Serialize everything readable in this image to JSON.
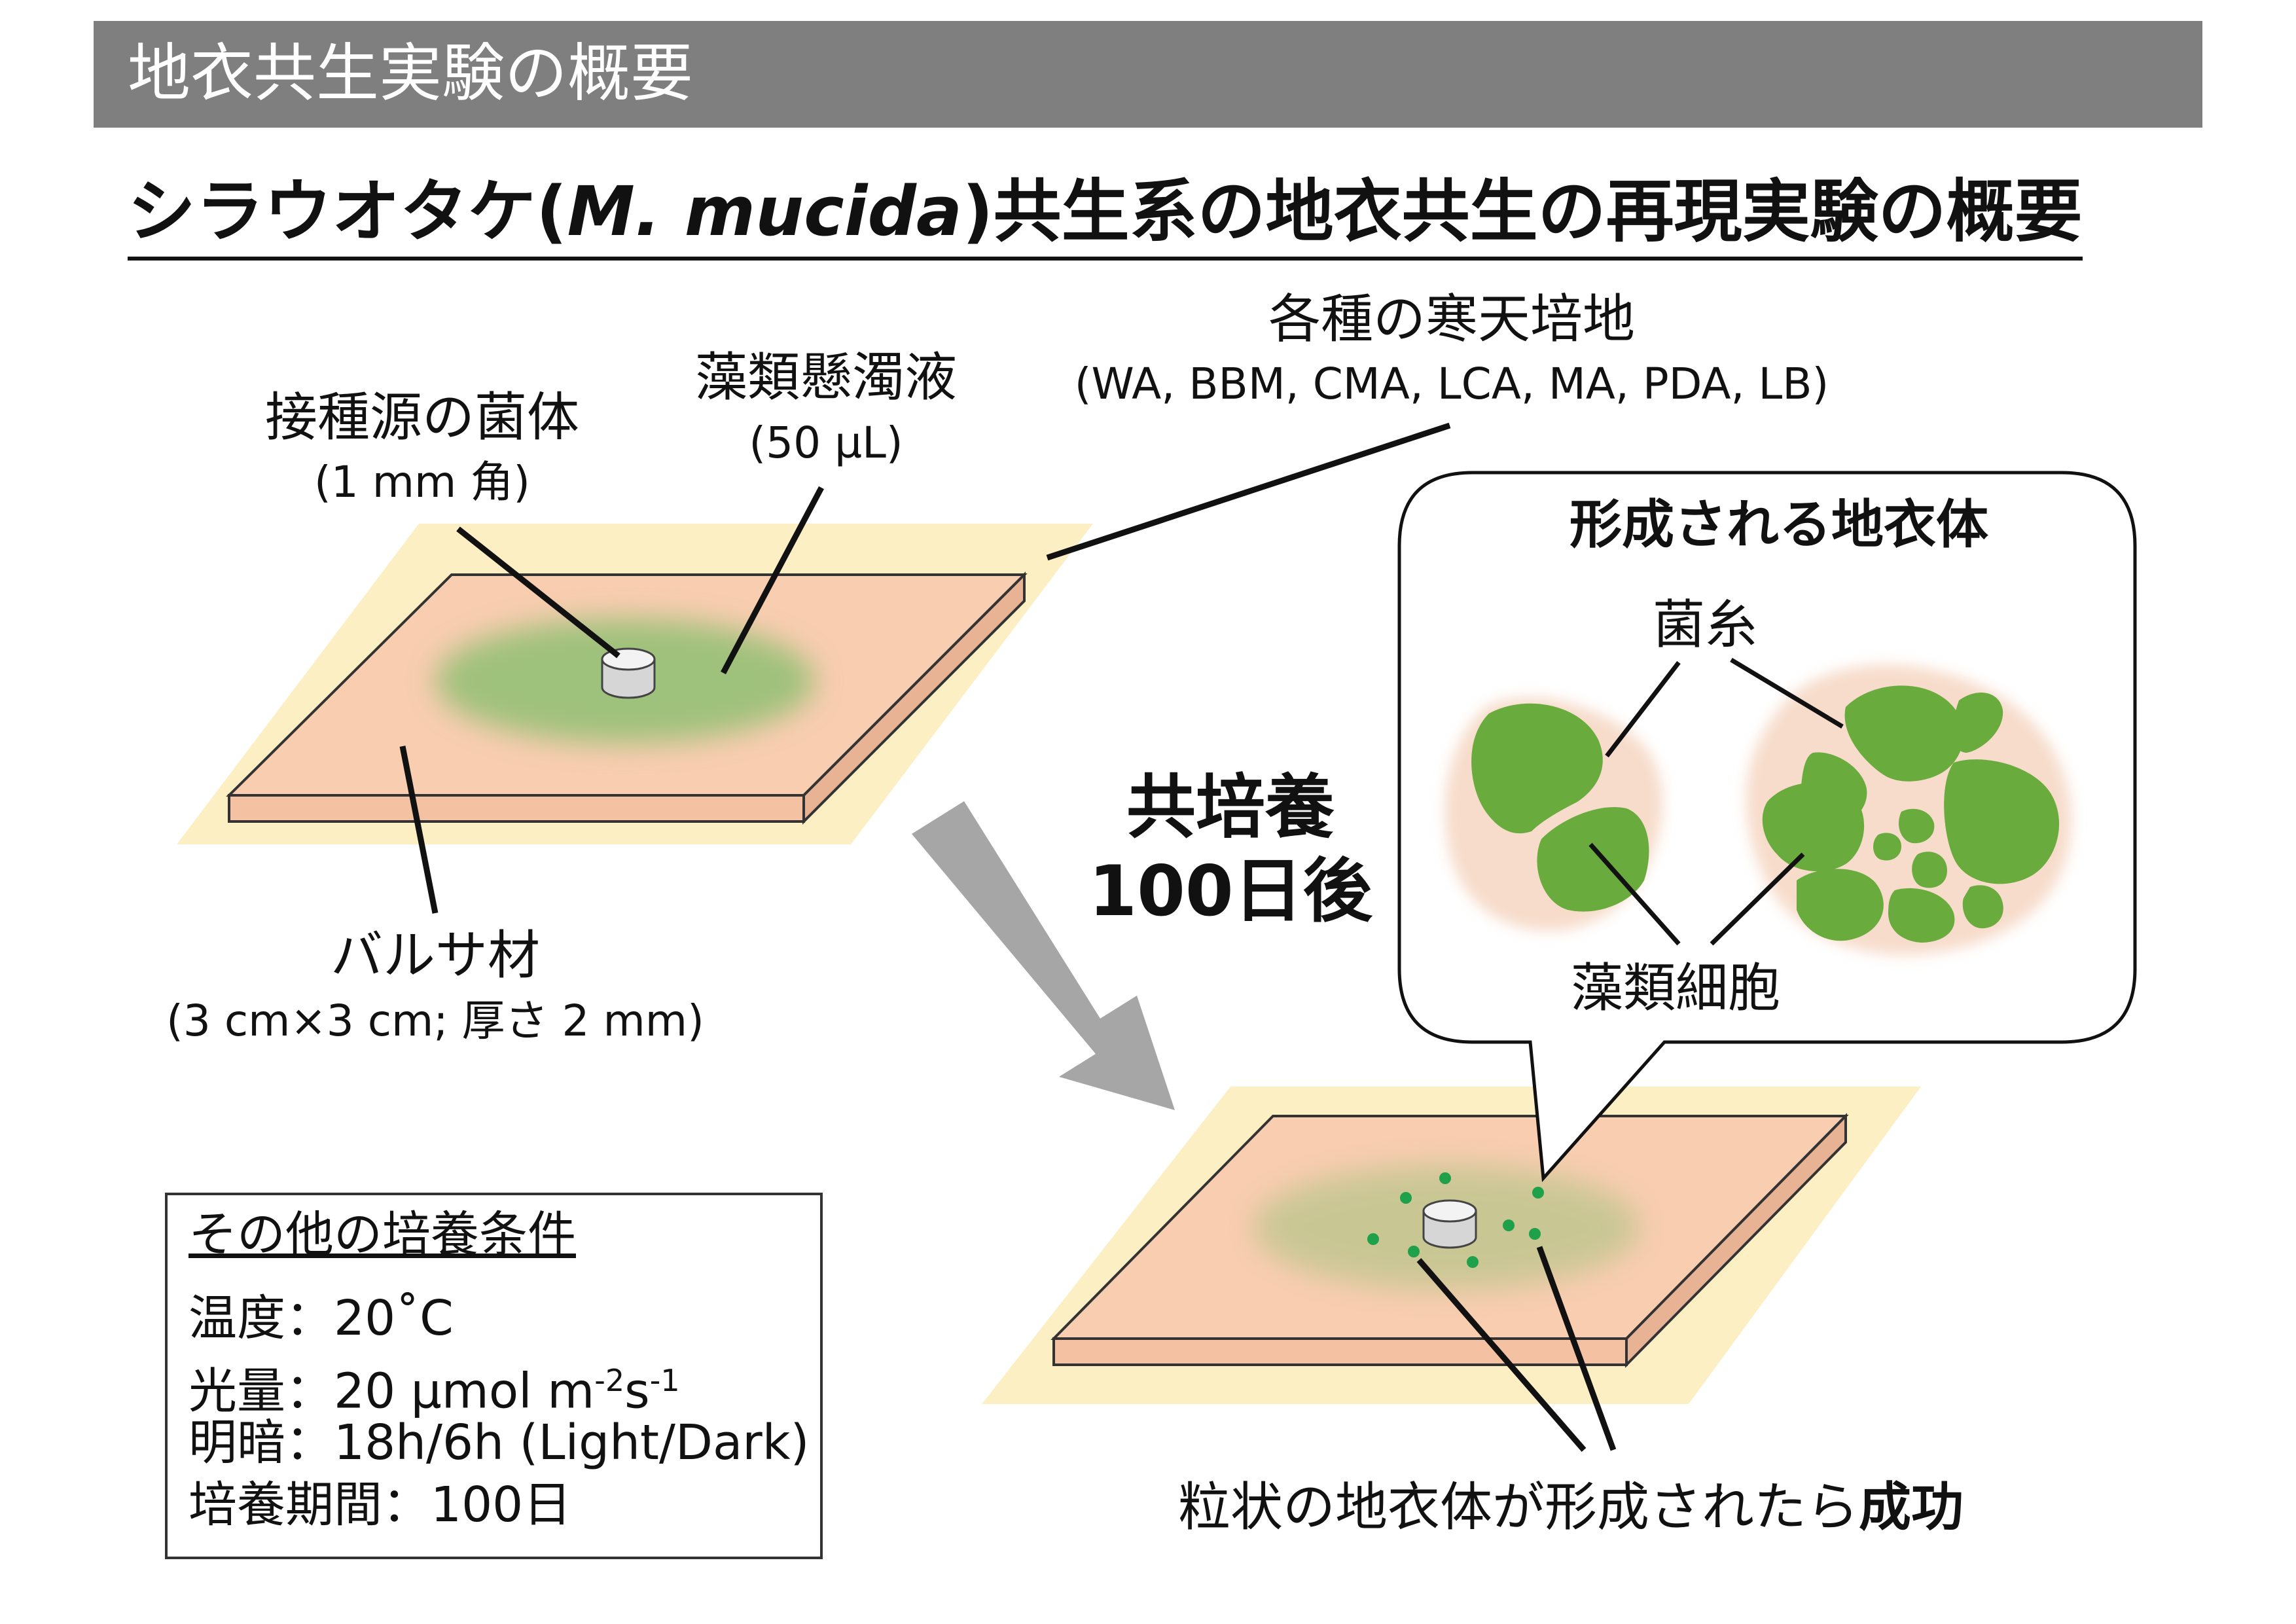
{
  "header": {
    "title": "地衣共生実験の概要"
  },
  "main_title": {
    "before": "シラウオタケ(",
    "italic": "M. mucida",
    "after": ")共生系の地衣共生の再現実験の概要"
  },
  "labels": {
    "inoculum": "接種源の菌体",
    "inoculum_size": "(1 mm 角)",
    "algae_suspension": "藻類懸濁液",
    "algae_volume": "(50 µL)",
    "agar_media": "各種の寒天培地",
    "agar_list": "(WA, BBM, CMA, LCA, MA, PDA, LB)",
    "balsa": "バルサ材",
    "balsa_size": "(3 cm×3 cm; 厚さ 2 mm)",
    "cocultivation_line1": "共培養",
    "cocultivation_line2": "100日後",
    "lichen_title": "形成される地衣体",
    "hyphae": "菌糸",
    "algal_cells": "藻類細胞"
  },
  "conditions": {
    "title": "その他の培養条件",
    "temp": "温度：20˚C",
    "light_prefix": "光量：20 µmol m",
    "light_exp1": "-2",
    "light_mid": "s",
    "light_exp2": "-1",
    "photoperiod": "明暗：18h/6h (Light/Dark)",
    "period": "培養期間：100日"
  },
  "success": {
    "text": "粒状の地衣体が形成されたら",
    "bold": "成功"
  },
  "colors": {
    "header_bg": "#7f7f7f",
    "agar": "#fdefc4",
    "balsa_top": "#f9cdb0",
    "balsa_side": "#e8b394",
    "algae": "#8fbf72",
    "algal_cell": "#6aab3e",
    "lichen_halo": "#f7dccb",
    "dot": "#1fa04a",
    "arrow": "#a6a6a6"
  }
}
